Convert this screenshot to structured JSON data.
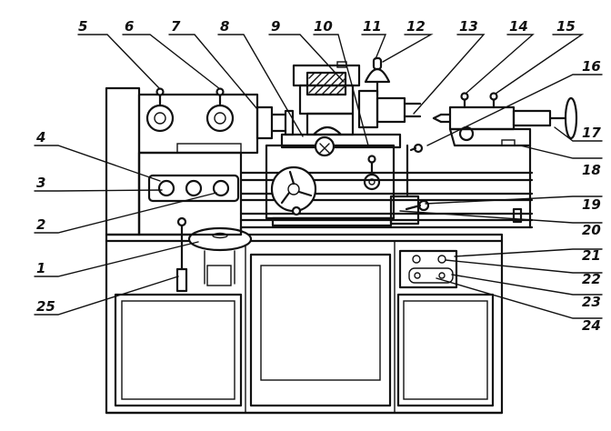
{
  "diagram": {
    "callouts": [
      {
        "id": "c5",
        "text": "5"
      },
      {
        "id": "c6",
        "text": "6"
      },
      {
        "id": "c7",
        "text": "7"
      },
      {
        "id": "c8",
        "text": "8"
      },
      {
        "id": "c9",
        "text": "9"
      },
      {
        "id": "c10",
        "text": "10"
      },
      {
        "id": "c11",
        "text": "11"
      },
      {
        "id": "c12",
        "text": "12"
      },
      {
        "id": "c13",
        "text": "13"
      },
      {
        "id": "c14",
        "text": "14"
      },
      {
        "id": "c15",
        "text": "15"
      },
      {
        "id": "c16",
        "text": "16"
      },
      {
        "id": "c17",
        "text": "17"
      },
      {
        "id": "c18",
        "text": "18"
      },
      {
        "id": "c19",
        "text": "19"
      },
      {
        "id": "c20",
        "text": "20"
      },
      {
        "id": "c21",
        "text": "21"
      },
      {
        "id": "c22",
        "text": "22"
      },
      {
        "id": "c23",
        "text": "23"
      },
      {
        "id": "c24",
        "text": "24"
      },
      {
        "id": "c4",
        "text": "4"
      },
      {
        "id": "c3",
        "text": "3"
      },
      {
        "id": "c2",
        "text": "2"
      },
      {
        "id": "c1",
        "text": "1"
      },
      {
        "id": "c25",
        "text": "25"
      }
    ],
    "colors": {
      "ink": "#111111",
      "paper": "#ffffff"
    }
  }
}
